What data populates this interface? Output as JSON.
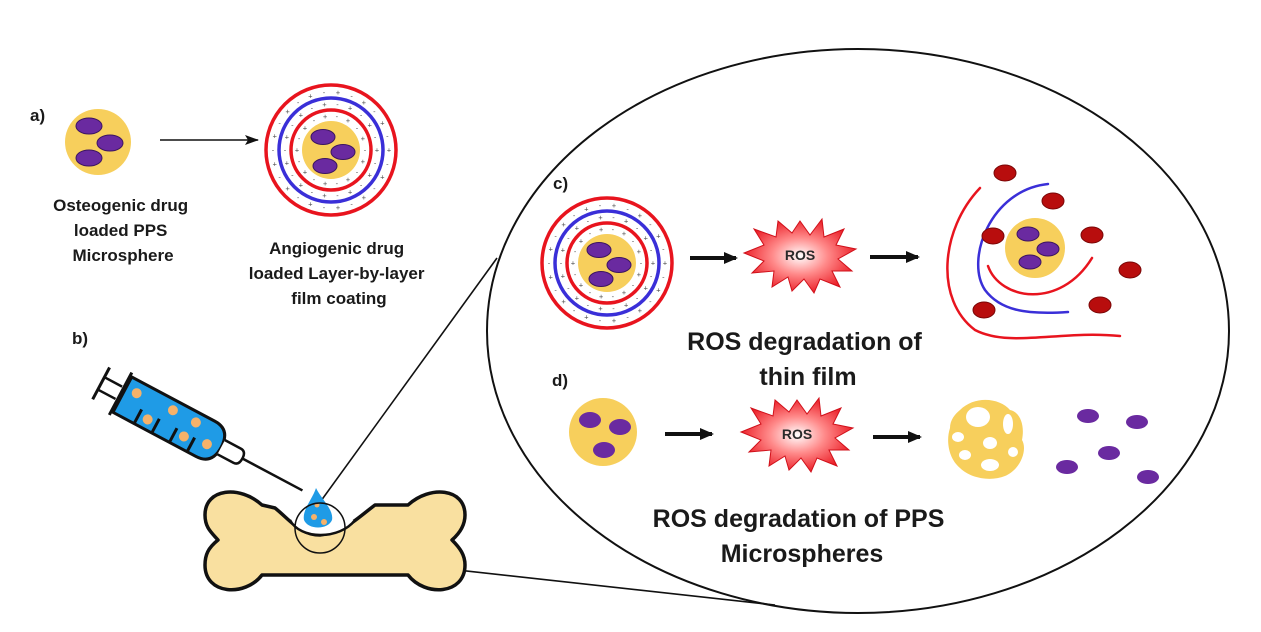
{
  "figure": {
    "title": "ROS-responsive drug-loaded PPS microspheres with layer-by-layer film coating for bone delivery",
    "colors": {
      "microsphere_core": "#f7cf5c",
      "drug_particle": "#6a2aa0",
      "film_positive_layer": "#e8141e",
      "film_negative_layer": "#3a2fd8",
      "released_factor": "#b80d0d",
      "ros_burst": "#f0141e",
      "syringe_fluid": "#1f9be6",
      "bone": "#f9e0a0",
      "outline": "#111111"
    }
  },
  "panels": {
    "a": {
      "letter": "a)",
      "microsphere_caption": [
        "Osteogenic drug",
        "loaded PPS",
        "Microsphere"
      ],
      "coated_caption": [
        "Angiogenic drug",
        "loaded Layer-by-layer",
        "film coating"
      ]
    },
    "b": {
      "letter": "b)",
      "syringe_icon": "syringe-icon",
      "bone_icon": "bone-icon"
    },
    "c": {
      "letter": "c)",
      "ros_label": "ROS",
      "caption": [
        "ROS degradation of",
        "thin film"
      ]
    },
    "d": {
      "letter": "d)",
      "ros_label": "ROS",
      "caption": [
        "ROS degradation of PPS",
        "Microspheres"
      ]
    }
  }
}
